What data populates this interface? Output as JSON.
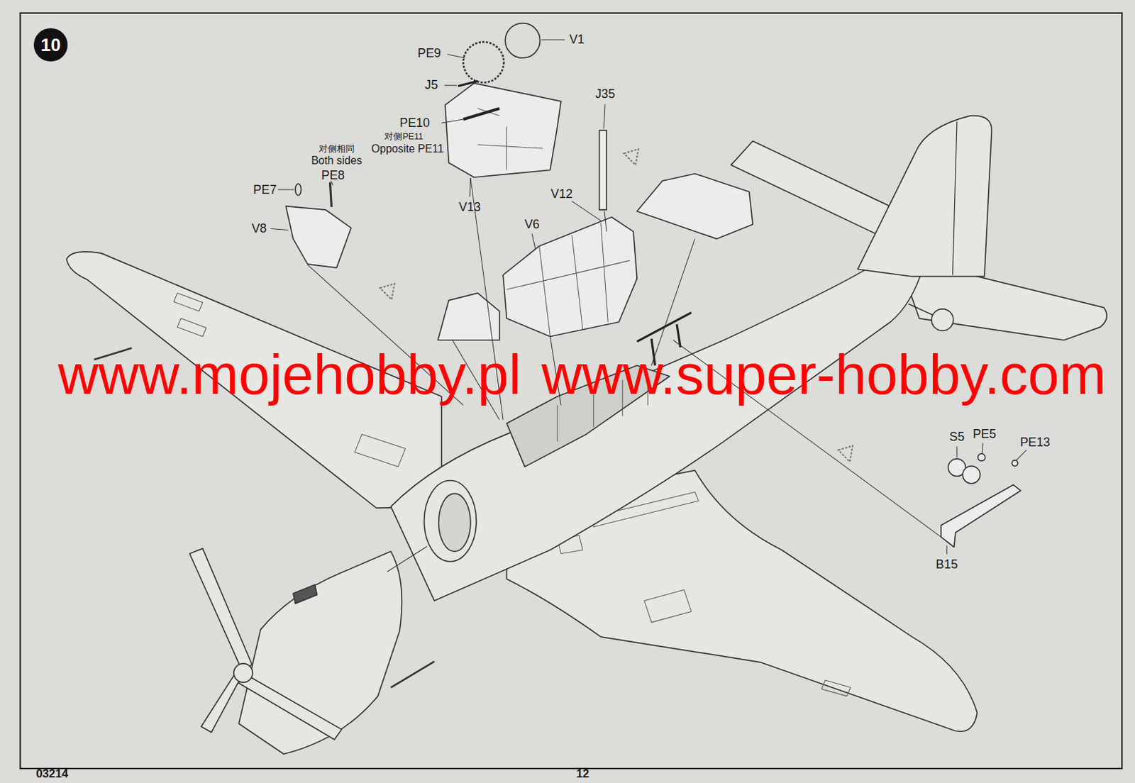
{
  "diagram": {
    "nodes": [
      {
        "text": [
          "10"
        ]
      }
    ],
    "labels": [
      "PE9",
      "V1",
      "J5",
      "PE10",
      "对侧PE11",
      "Opposite PE11",
      "对侧相同",
      "Both sides",
      "PE8",
      "PE7",
      "V8",
      "V13",
      "J35",
      "V12",
      "V6",
      "S5",
      "PE5",
      "PE13",
      "B15",
      "www.mojehobby.pl",
      "www.super-hobby.com",
      "03214",
      "12"
    ]
  }
}
